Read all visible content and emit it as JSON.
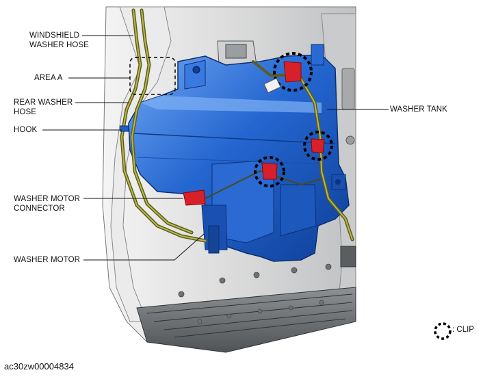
{
  "labels": {
    "windshield_washer_hose_1": "WINDSHIELD",
    "windshield_washer_hose_2": "WASHER HOSE",
    "area_a": "AREA A",
    "rear_washer_hose_1": "REAR WASHER",
    "rear_washer_hose_2": "HOSE",
    "hook": "HOOK",
    "washer_motor_connector_1": "WASHER MOTOR",
    "washer_motor_connector_2": "CONNECTOR",
    "washer_motor": "WASHER MOTOR",
    "washer_tank": "WASHER TANK"
  },
  "legend": {
    "clip_text": ": CLIP",
    "clip_icon": "dotted-circle-icon"
  },
  "figure_id": "ac30zw00004834",
  "colors": {
    "tank_blue": "#1f5fc8",
    "tank_highlight": "#5b95ea",
    "tank_shadow": "#0d3a8a",
    "clip_red": "#d8202a",
    "hose_olive": "#8a8a2e",
    "body_gray": "#d9dadb",
    "body_dark": "#7c7f82"
  }
}
